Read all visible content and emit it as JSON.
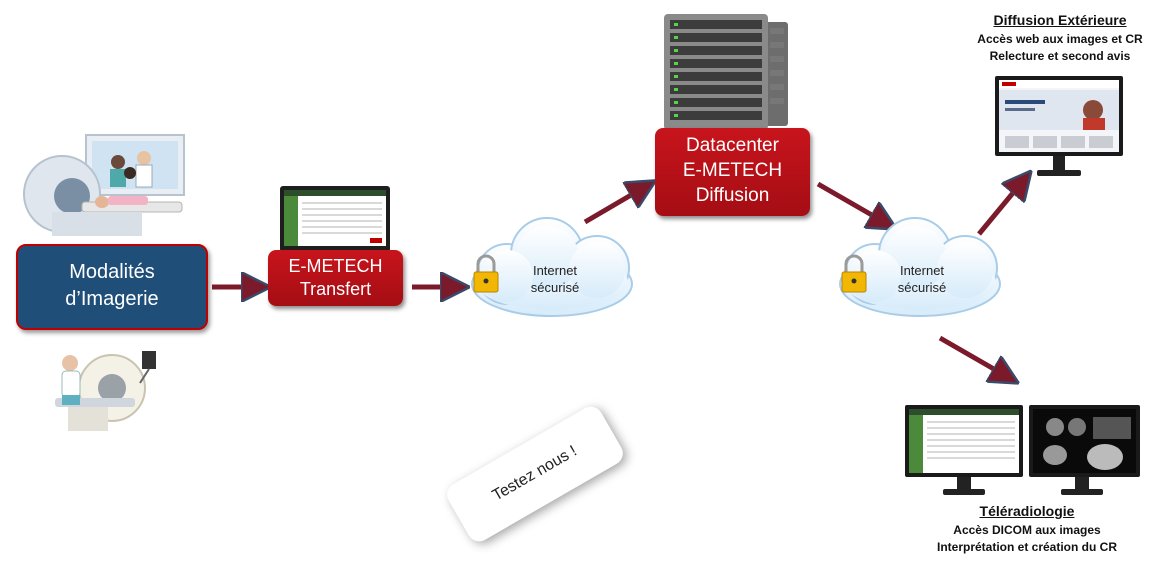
{
  "modalities": {
    "line1": "Modalités",
    "line2": "d’Imagerie"
  },
  "transfer": {
    "line1": "E-METECH",
    "line2": "Transfert"
  },
  "datacenter": {
    "line1": "Datacenter",
    "line2": "E-METECH",
    "line3": "Diffusion"
  },
  "cloud_left": {
    "line1": "Internet",
    "line2": "sécurisé"
  },
  "cloud_right": {
    "line1": "Internet",
    "line2": "sécurisé"
  },
  "diffusion": {
    "title": "Diffusion Extérieure",
    "line1": "Accès web aux images et CR",
    "line2": "Relecture et second avis"
  },
  "teleradiology": {
    "title": "Téléradiologie",
    "line1": "Accès DICOM aux images",
    "line2": "Interprétation et création du CR"
  },
  "cta": "Testez nous !",
  "colors": {
    "red": "#c00000",
    "blue": "#1f4e79",
    "arrow": "#7b1a2a"
  }
}
